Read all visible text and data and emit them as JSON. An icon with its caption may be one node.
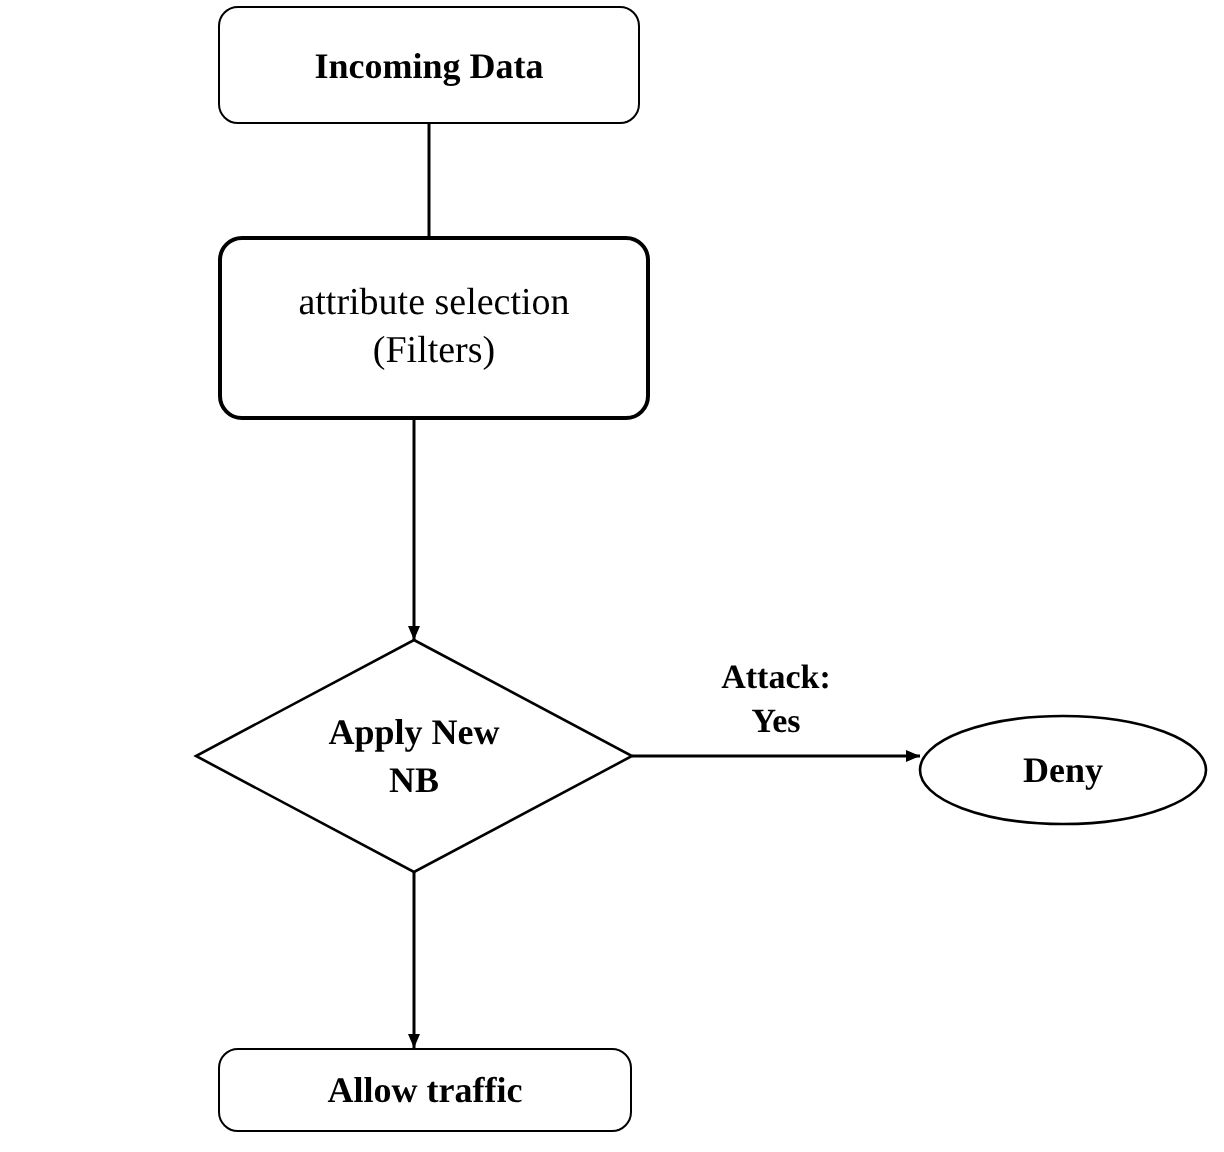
{
  "diagram": {
    "nodes": [
      {
        "text": [
          "Incoming Data"
        ]
      },
      {
        "text": [
          "attribute selection (Filters)"
        ]
      },
      {
        "text": [
          "Apply New NB"
        ]
      },
      {
        "text": [
          "Deny"
        ]
      },
      {
        "text": [
          "Allow traffic"
        ]
      }
    ],
    "edges": [
      {
        "from": 0,
        "to": 1,
        "arrow": "none"
      },
      {
        "from": 1,
        "to": 2,
        "arrow": "to"
      },
      {
        "from": 2,
        "to": 3,
        "arrow": "to",
        "label": "Attack: Yes"
      },
      {
        "from": 2,
        "to": 4,
        "arrow": "to"
      }
    ]
  }
}
